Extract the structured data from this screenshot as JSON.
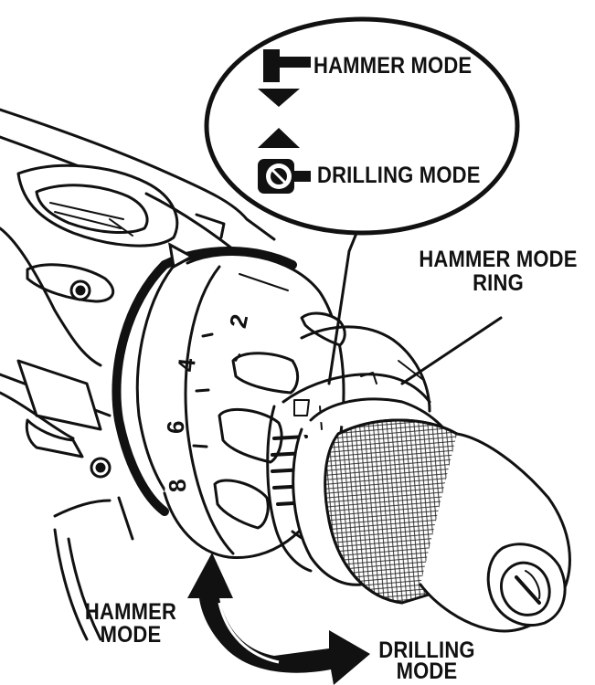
{
  "figure": {
    "callout_hammer_mode": "HAMMER MODE",
    "callout_drilling_mode": "DRILLING MODE",
    "ring_label_line1": "HAMMER MODE",
    "ring_label_line2": "RING",
    "arrow_left_line1": "HAMMER",
    "arrow_left_line2": "MODE",
    "arrow_right_line1": "DRILLING",
    "arrow_right_line2": "MODE",
    "dial_numbers": [
      "2",
      "4",
      "6",
      "8"
    ],
    "colors": {
      "ink": "#111111",
      "background": "#ffffff",
      "knurl": "#555555"
    },
    "icons": [
      "hammer-icon",
      "arrow-down-icon",
      "arrow-up-icon",
      "drill-icon",
      "curved-double-arrow-icon"
    ]
  }
}
